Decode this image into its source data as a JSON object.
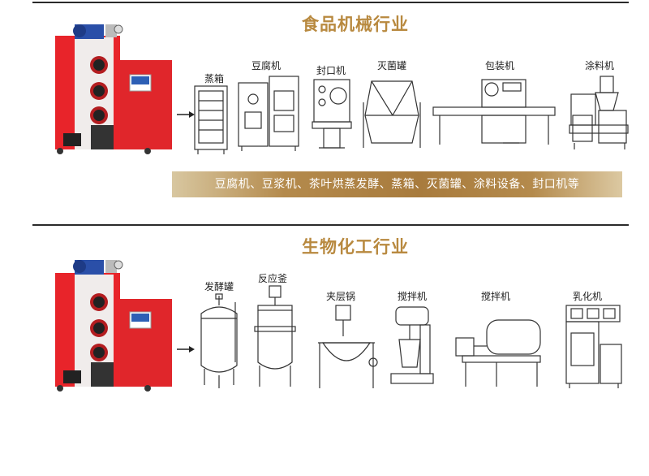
{
  "sections": [
    {
      "title": "食品机械行业",
      "machines": [
        "蒸箱",
        "豆腐机",
        "封口机",
        "灭菌罐",
        "包装机",
        "涂料机"
      ],
      "banner": "豆腐机、豆浆机、茶叶烘蒸发酵、蒸箱、灭菌罐、涂料设备、封口机等"
    },
    {
      "title": "生物化工行业",
      "machines": [
        "发酵罐",
        "反应釜",
        "夹层锅",
        "搅拌机",
        "搅拌机",
        "乳化机"
      ]
    }
  ],
  "colors": {
    "title": "#b8893f",
    "boiler_red": "#e0262b",
    "banner_gold": "#b48a4c",
    "line": "#333333"
  },
  "icons": [
    "steam-boiler-icon",
    "arrow-icon"
  ]
}
